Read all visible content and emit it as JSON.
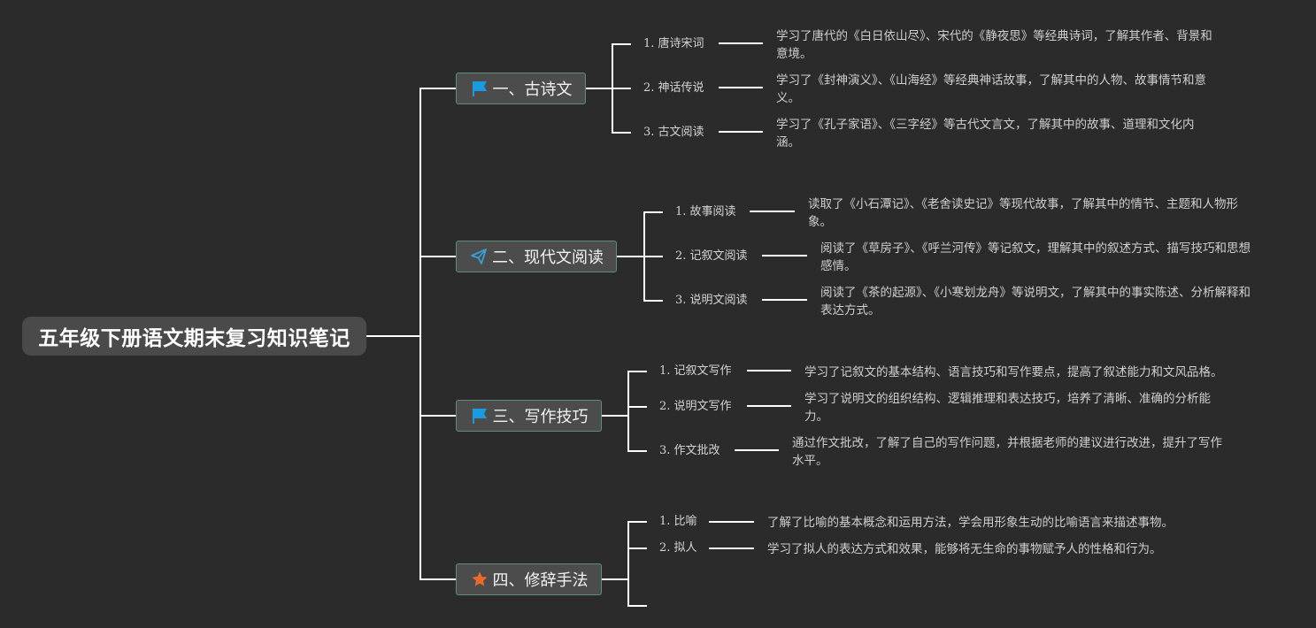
{
  "root": {
    "label": "五年级下册语文期末复习知识笔记"
  },
  "branches": [
    {
      "label": "一、古诗文",
      "icon": "flag-icon",
      "icon_color": "#1a9bdf",
      "items": [
        {
          "label": "1. 唐诗宋词",
          "desc": "学习了唐代的《白日依山尽》、宋代的《静夜思》等经典诗词，了解其作者、背景和意境。"
        },
        {
          "label": "2. 神话传说",
          "desc": "学习了《封神演义》、《山海经》等经典神话故事，了解其中的人物、故事情节和意义。"
        },
        {
          "label": "3. 古文阅读",
          "desc": "学习了《孔子家语》、《三字经》等古代文言文，了解其中的故事、道理和文化内涵。"
        }
      ]
    },
    {
      "label": "二、现代文阅读",
      "icon": "paper-plane-icon",
      "icon_color": "#3aa0d8",
      "items": [
        {
          "label": "1. 故事阅读",
          "desc": "读取了《小石潭记》、《老舍读史记》等现代故事，了解其中的情节、主题和人物形象。"
        },
        {
          "label": "2. 记叙文阅读",
          "desc": "阅读了《草房子》、《呼兰河传》等记叙文，理解其中的叙述方式、描写技巧和思想感情。"
        },
        {
          "label": "3. 说明文阅读",
          "desc": "阅读了《茶的起源》、《小寒划龙舟》等说明文，了解其中的事实陈述、分析解释和表达方式。"
        }
      ]
    },
    {
      "label": "三、写作技巧",
      "icon": "flag-icon",
      "icon_color": "#1a9bdf",
      "items": [
        {
          "label": "1. 记叙文写作",
          "desc": "学习了记叙文的基本结构、语言技巧和写作要点，提高了叙述能力和文风品格。"
        },
        {
          "label": "2. 说明文写作",
          "desc": "学习了说明文的组织结构、逻辑推理和表达技巧，培养了清晰、准确的分析能力。"
        },
        {
          "label": "3. 作文批改",
          "desc": "通过作文批改，了解了自己的写作问题，并根据老师的建议进行改进，提升了写作水平。"
        }
      ]
    },
    {
      "label": "四、修辞手法",
      "icon": "star-icon",
      "icon_color": "#ee6a2c",
      "items": [
        {
          "label": "1. 比喻",
          "desc": "了解了比喻的基本概念和运用方法，学会用形象生动的比喻语言来描述事物。"
        },
        {
          "label": "2. 拟人",
          "desc": "学习了拟人的表达方式和效果，能够将无生命的事物赋予人的性格和行为。"
        }
      ]
    }
  ]
}
